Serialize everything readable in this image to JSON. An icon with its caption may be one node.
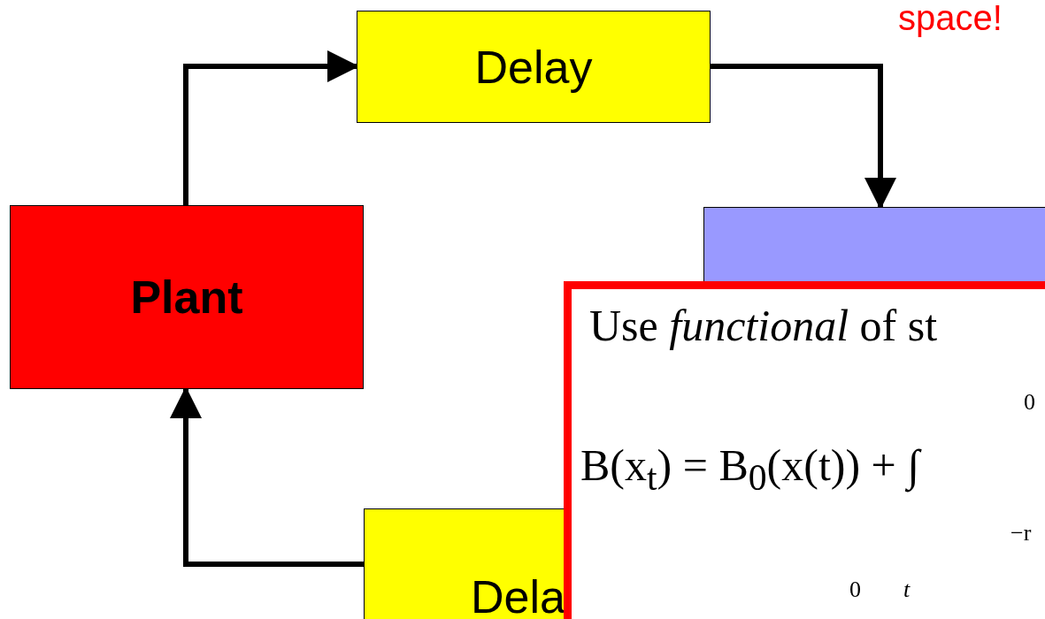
{
  "diagram": {
    "nodes": [
      {
        "text": [
          "Delay"
        ]
      },
      {
        "text": [
          "Plant"
        ]
      },
      {
        "text": [],
        "shape": "box"
      },
      {
        "text": [
          "Dela"
        ]
      },
      {
        "text": [
          "Use *functional* of st",
          "B(x$_{t}$) = B$_{0}$(x(t)) + ∫"
        ]
      }
    ],
    "edges": [
      {
        "from": 1,
        "to": 0,
        "arrow": "to"
      },
      {
        "from": 0,
        "to": 2,
        "arrow": "to"
      },
      {
        "from": 3,
        "to": 1,
        "arrow": "to"
      }
    ],
    "labels": [
      "space!",
      "0",
      "−r",
      "0",
      "t"
    ]
  }
}
